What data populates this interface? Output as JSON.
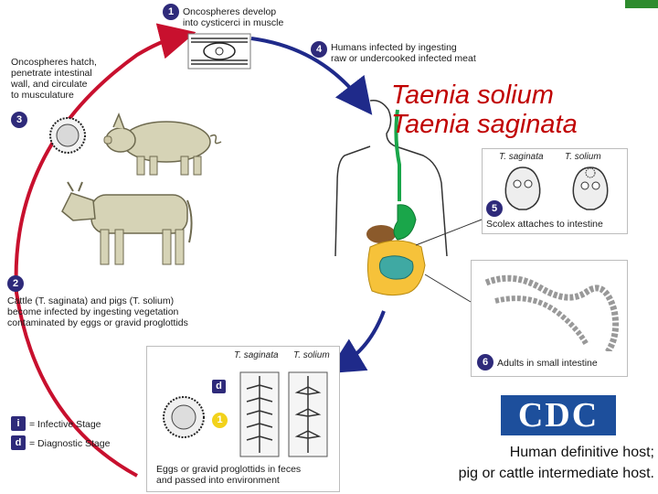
{
  "title_lines": [
    "Taenia solium",
    "Taenia saginata"
  ],
  "caption_lines": [
    "Human definitive host;",
    "pig or cattle intermediate host."
  ],
  "steps": {
    "s1": {
      "badge": "1",
      "lines": [
        "Oncospheres develop",
        "into cysticerci in muscle"
      ]
    },
    "s2": {
      "badge": "2",
      "lines": [
        "Cattle (T. saginata) and pigs (T. solium)",
        "become infected by ingesting vegetation",
        "contaminated by eggs or gravid proglottids"
      ]
    },
    "s3": {
      "badge": "3",
      "lines": [
        "Oncospheres hatch,",
        "penetrate intestinal",
        "wall, and circulate",
        "to musculature"
      ]
    },
    "s4": {
      "badge": "4",
      "lines": [
        "Humans infected by ingesting",
        "raw or undercooked infected meat"
      ]
    },
    "s5": {
      "badge": "5",
      "label": "Scolex attaches to intestine"
    },
    "s6": {
      "badge": "6",
      "label": "Adults in small intestine"
    }
  },
  "scolex_panel": {
    "left": "T. saginata",
    "right": "T. solium"
  },
  "proglottid_panel": {
    "left": "T. saginata",
    "right": "T. solium",
    "lines": [
      "Eggs or gravid proglottids in feces",
      "and passed into environment"
    ]
  },
  "legend": {
    "infective": {
      "badge": "i",
      "label": "= Infective Stage"
    },
    "diagnostic": {
      "badge": "d",
      "label": "= Diagnostic Stage"
    }
  },
  "logo_text": "CDC",
  "colors": {
    "cycle_red": "#c8102e",
    "cycle_blue": "#1f2a8a",
    "badge": "#2e2a7a",
    "title": "#c00000",
    "logo_blue": "#1d4f9c"
  }
}
